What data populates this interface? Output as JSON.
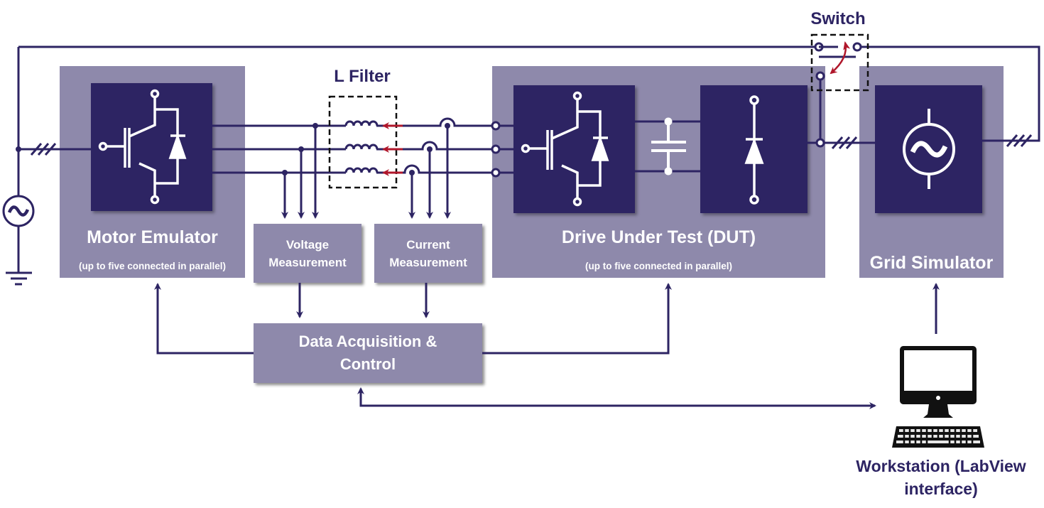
{
  "diagram": {
    "motor_emulator": {
      "title": "Motor Emulator",
      "subtitle": "(up to five connected in parallel)"
    },
    "l_filter": {
      "title": "L Filter"
    },
    "voltage_measurement": {
      "line1": "Voltage",
      "line2": "Measurement"
    },
    "current_measurement": {
      "line1": "Current",
      "line2": "Measurement"
    },
    "dut": {
      "title": "Drive Under Test (DUT)",
      "subtitle": "(up to five connected in parallel)"
    },
    "switch": {
      "title": "Switch"
    },
    "grid_simulator": {
      "title": "Grid Simulator"
    },
    "daq": {
      "line1": "Data Acquisition &",
      "line2": "Control"
    },
    "workstation": {
      "line1": "Workstation (LabView",
      "line2": "interface)"
    },
    "icons": {
      "motor_emulator_igbt": "igbt-with-diode-icon",
      "dut_inverter": "igbt-with-diode-icon",
      "dut_capacitor": "capacitor-icon",
      "dut_rectifier": "diode-icon",
      "grid_source": "ac-source-icon",
      "mains_source": "ac-source-icon",
      "ground": "ground-icon",
      "workstation": "desktop-computer-icon",
      "three_phase_marker": "three-phase-slash-icon"
    },
    "colors": {
      "panel": "#8e89ab",
      "block": "#2d2463",
      "wire": "#2d2463",
      "accent_red": "#b0172b",
      "text_dark": "#2d2463",
      "text_light": "#ffffff"
    }
  }
}
